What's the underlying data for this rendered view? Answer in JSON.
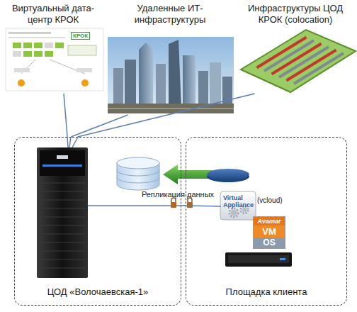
{
  "diagram": {
    "nodes": [
      {
        "text": [
          "Виртуальный дата-центр КРОК"
        ]
      },
      {
        "text": [
          "Удаленные ИТ-инфраструктуры"
        ]
      },
      {
        "text": [
          "Инфраструктуры ЦОД КРОК (colocation)"
        ]
      },
      {
        "text": [
          "ЦОД «Волочаевская-1»"
        ]
      },
      {
        "text": [
          "Площадка клиента"
        ]
      },
      {
        "text": [
          "Virtual Appliance"
        ],
        "in": 4
      },
      {
        "text": [
          "Avamar",
          "VM",
          "OS"
        ],
        "in": 4
      }
    ],
    "edges": [
      {
        "from": 0,
        "to": 3,
        "arrow": "none"
      },
      {
        "from": 1,
        "to": 3,
        "arrow": "none"
      },
      {
        "from": 2,
        "to": 3,
        "arrow": "none"
      },
      {
        "from": 3,
        "to": 5,
        "label": "Репликация данных",
        "arrow": "none"
      }
    ],
    "labels": [
      "КРОК",
      "(vcloud)"
    ]
  }
}
